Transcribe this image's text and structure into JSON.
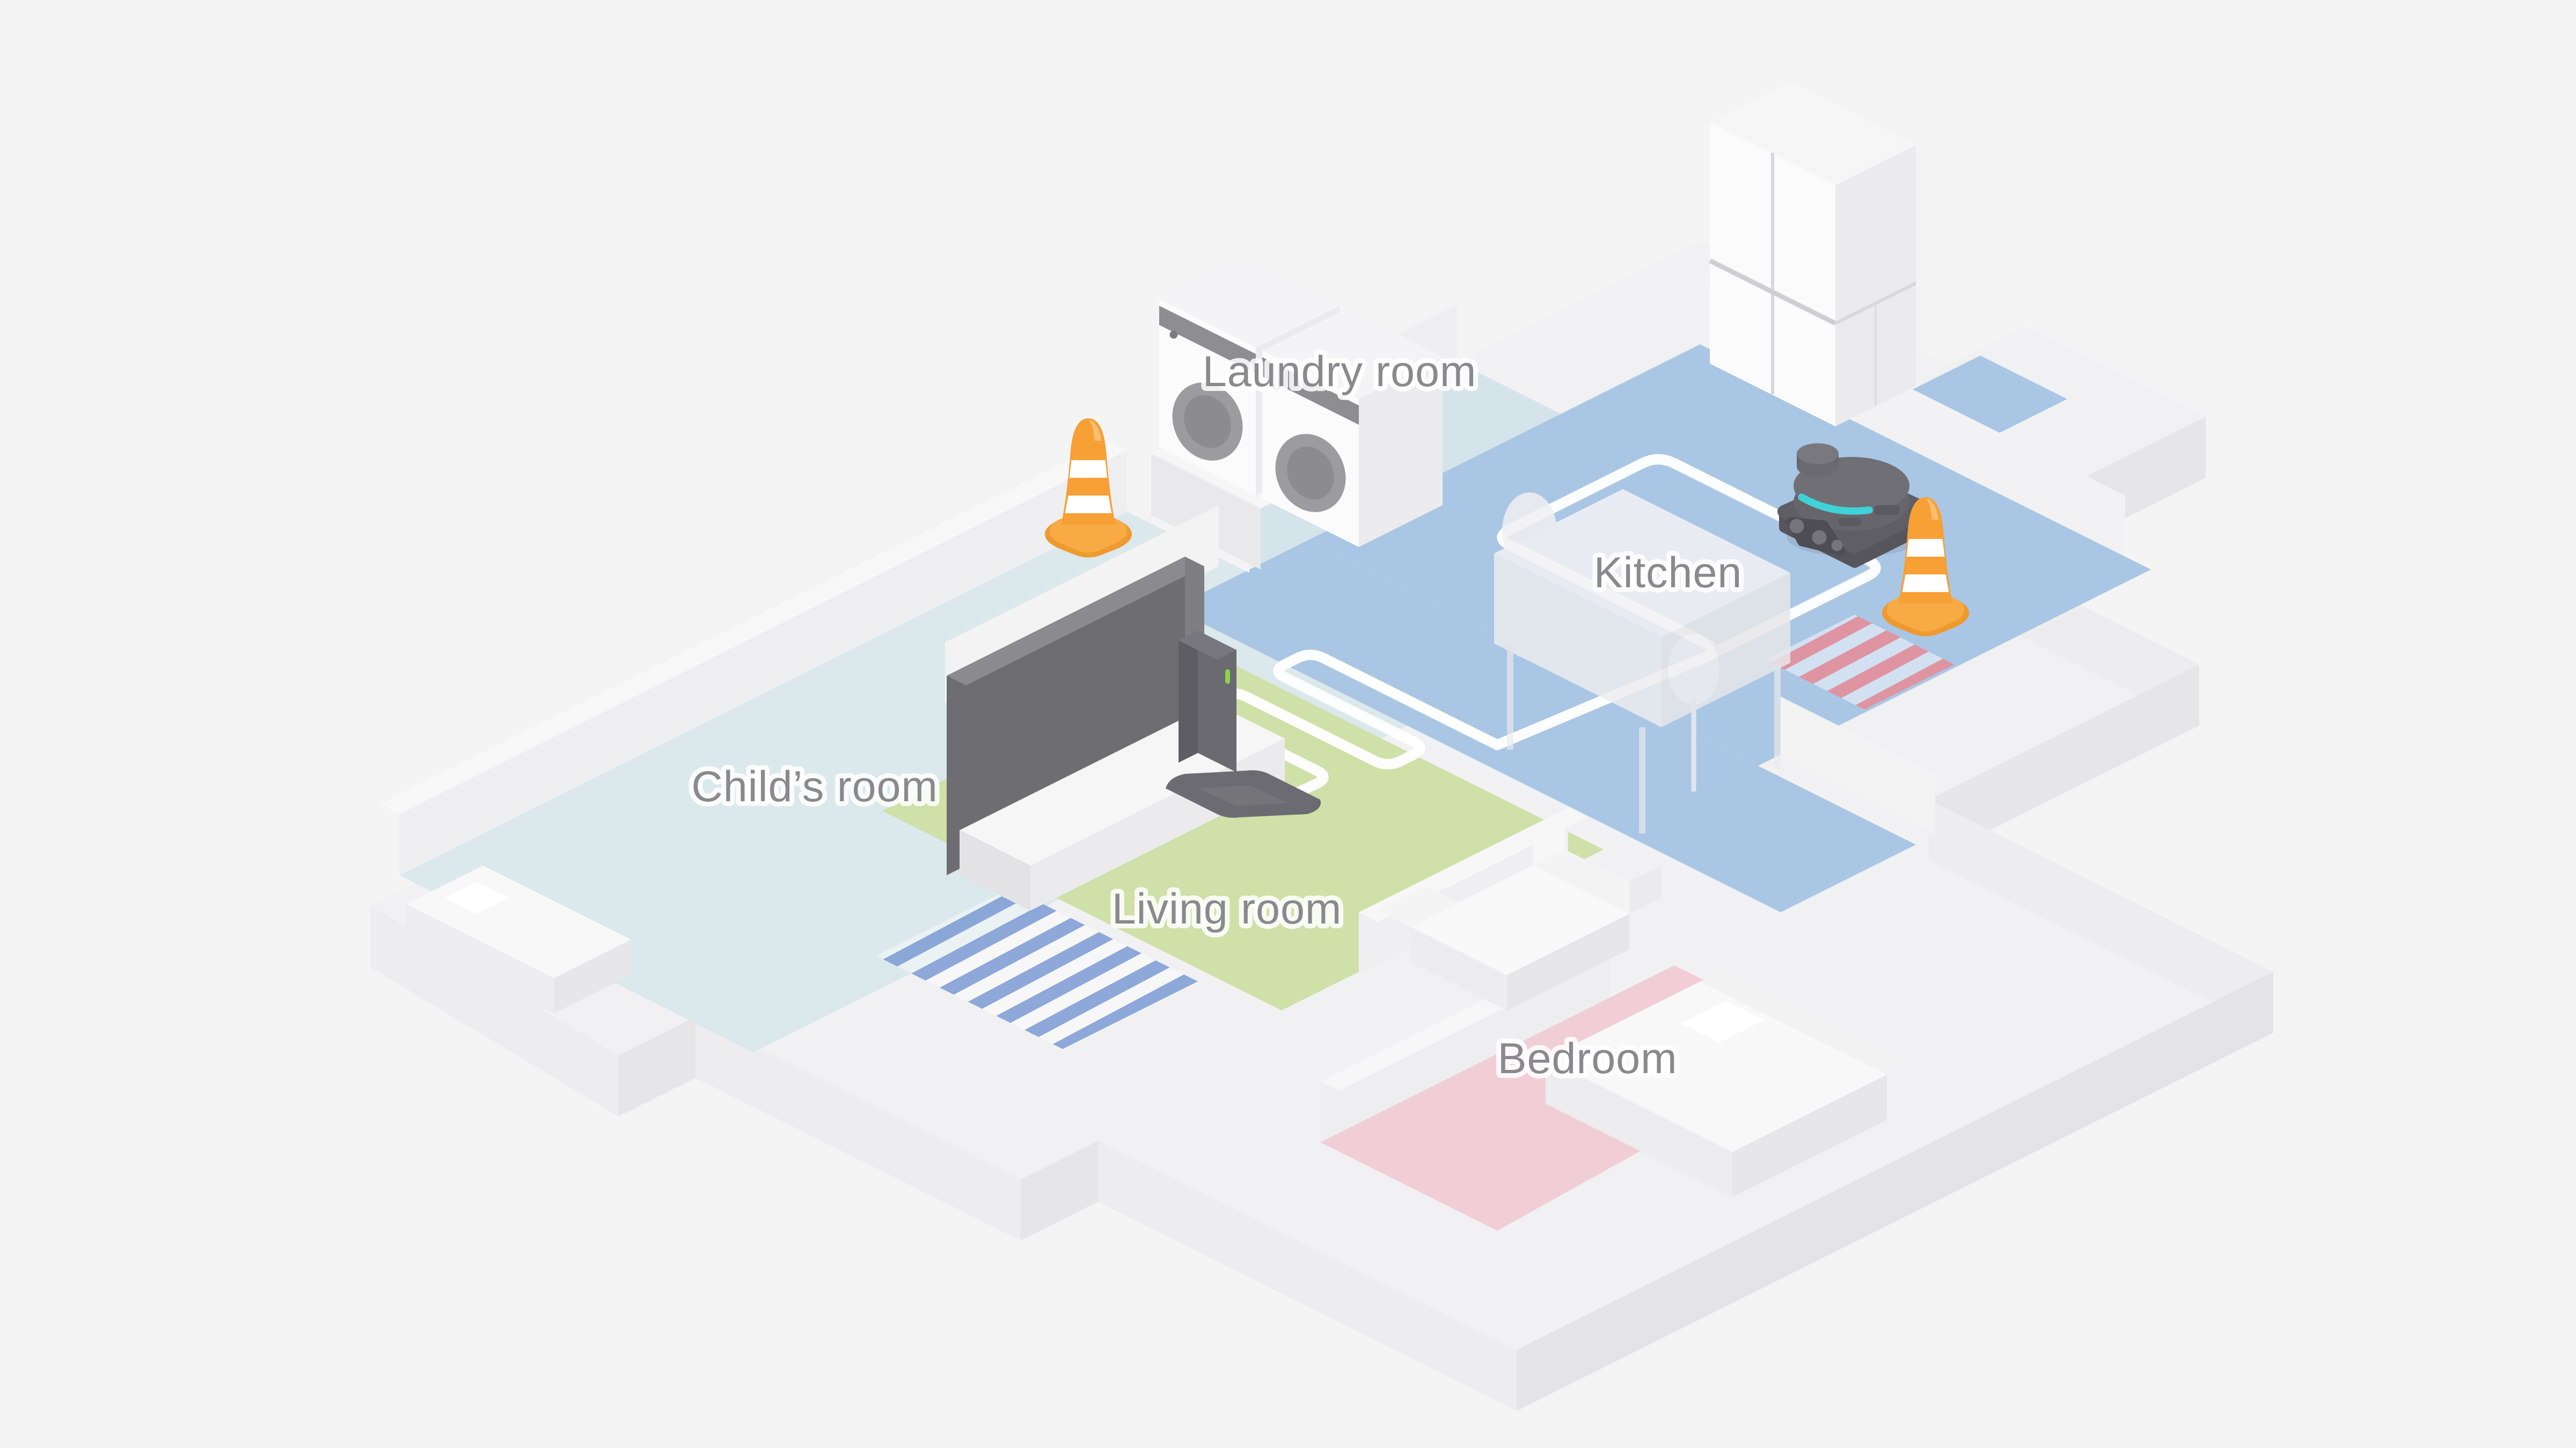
{
  "scene": {
    "background": "#f4f4f5",
    "description": "Isometric smart-home floor plan with robot vacuum cleaning route"
  },
  "rooms": {
    "laundry": {
      "label": "Laundry room",
      "floor_color": "#d5e4ea"
    },
    "kitchen": {
      "label": "Kitchen",
      "floor_color": "#a9c6e4"
    },
    "childs": {
      "label": "Child’s room",
      "floor_color": "#dbe8ec"
    },
    "living": {
      "label": "Living room",
      "floor_color": "#cfe0a8"
    },
    "bedroom": {
      "label": "Bedroom",
      "floor_color": "#f1ced6"
    }
  },
  "annotations": {
    "label_color": "#8a8a8e",
    "cleaning_path_color": "#ffffff",
    "no_go_zone_blue_stripe": "#7b9cd4",
    "no_go_zone_red_stripe": "#e18e99",
    "cone_orange": "#f6a53f",
    "robot_led_teal": "#3fd2d6",
    "dock_led_green": "#8fd14f",
    "wall_white": "#f2f2f4"
  }
}
